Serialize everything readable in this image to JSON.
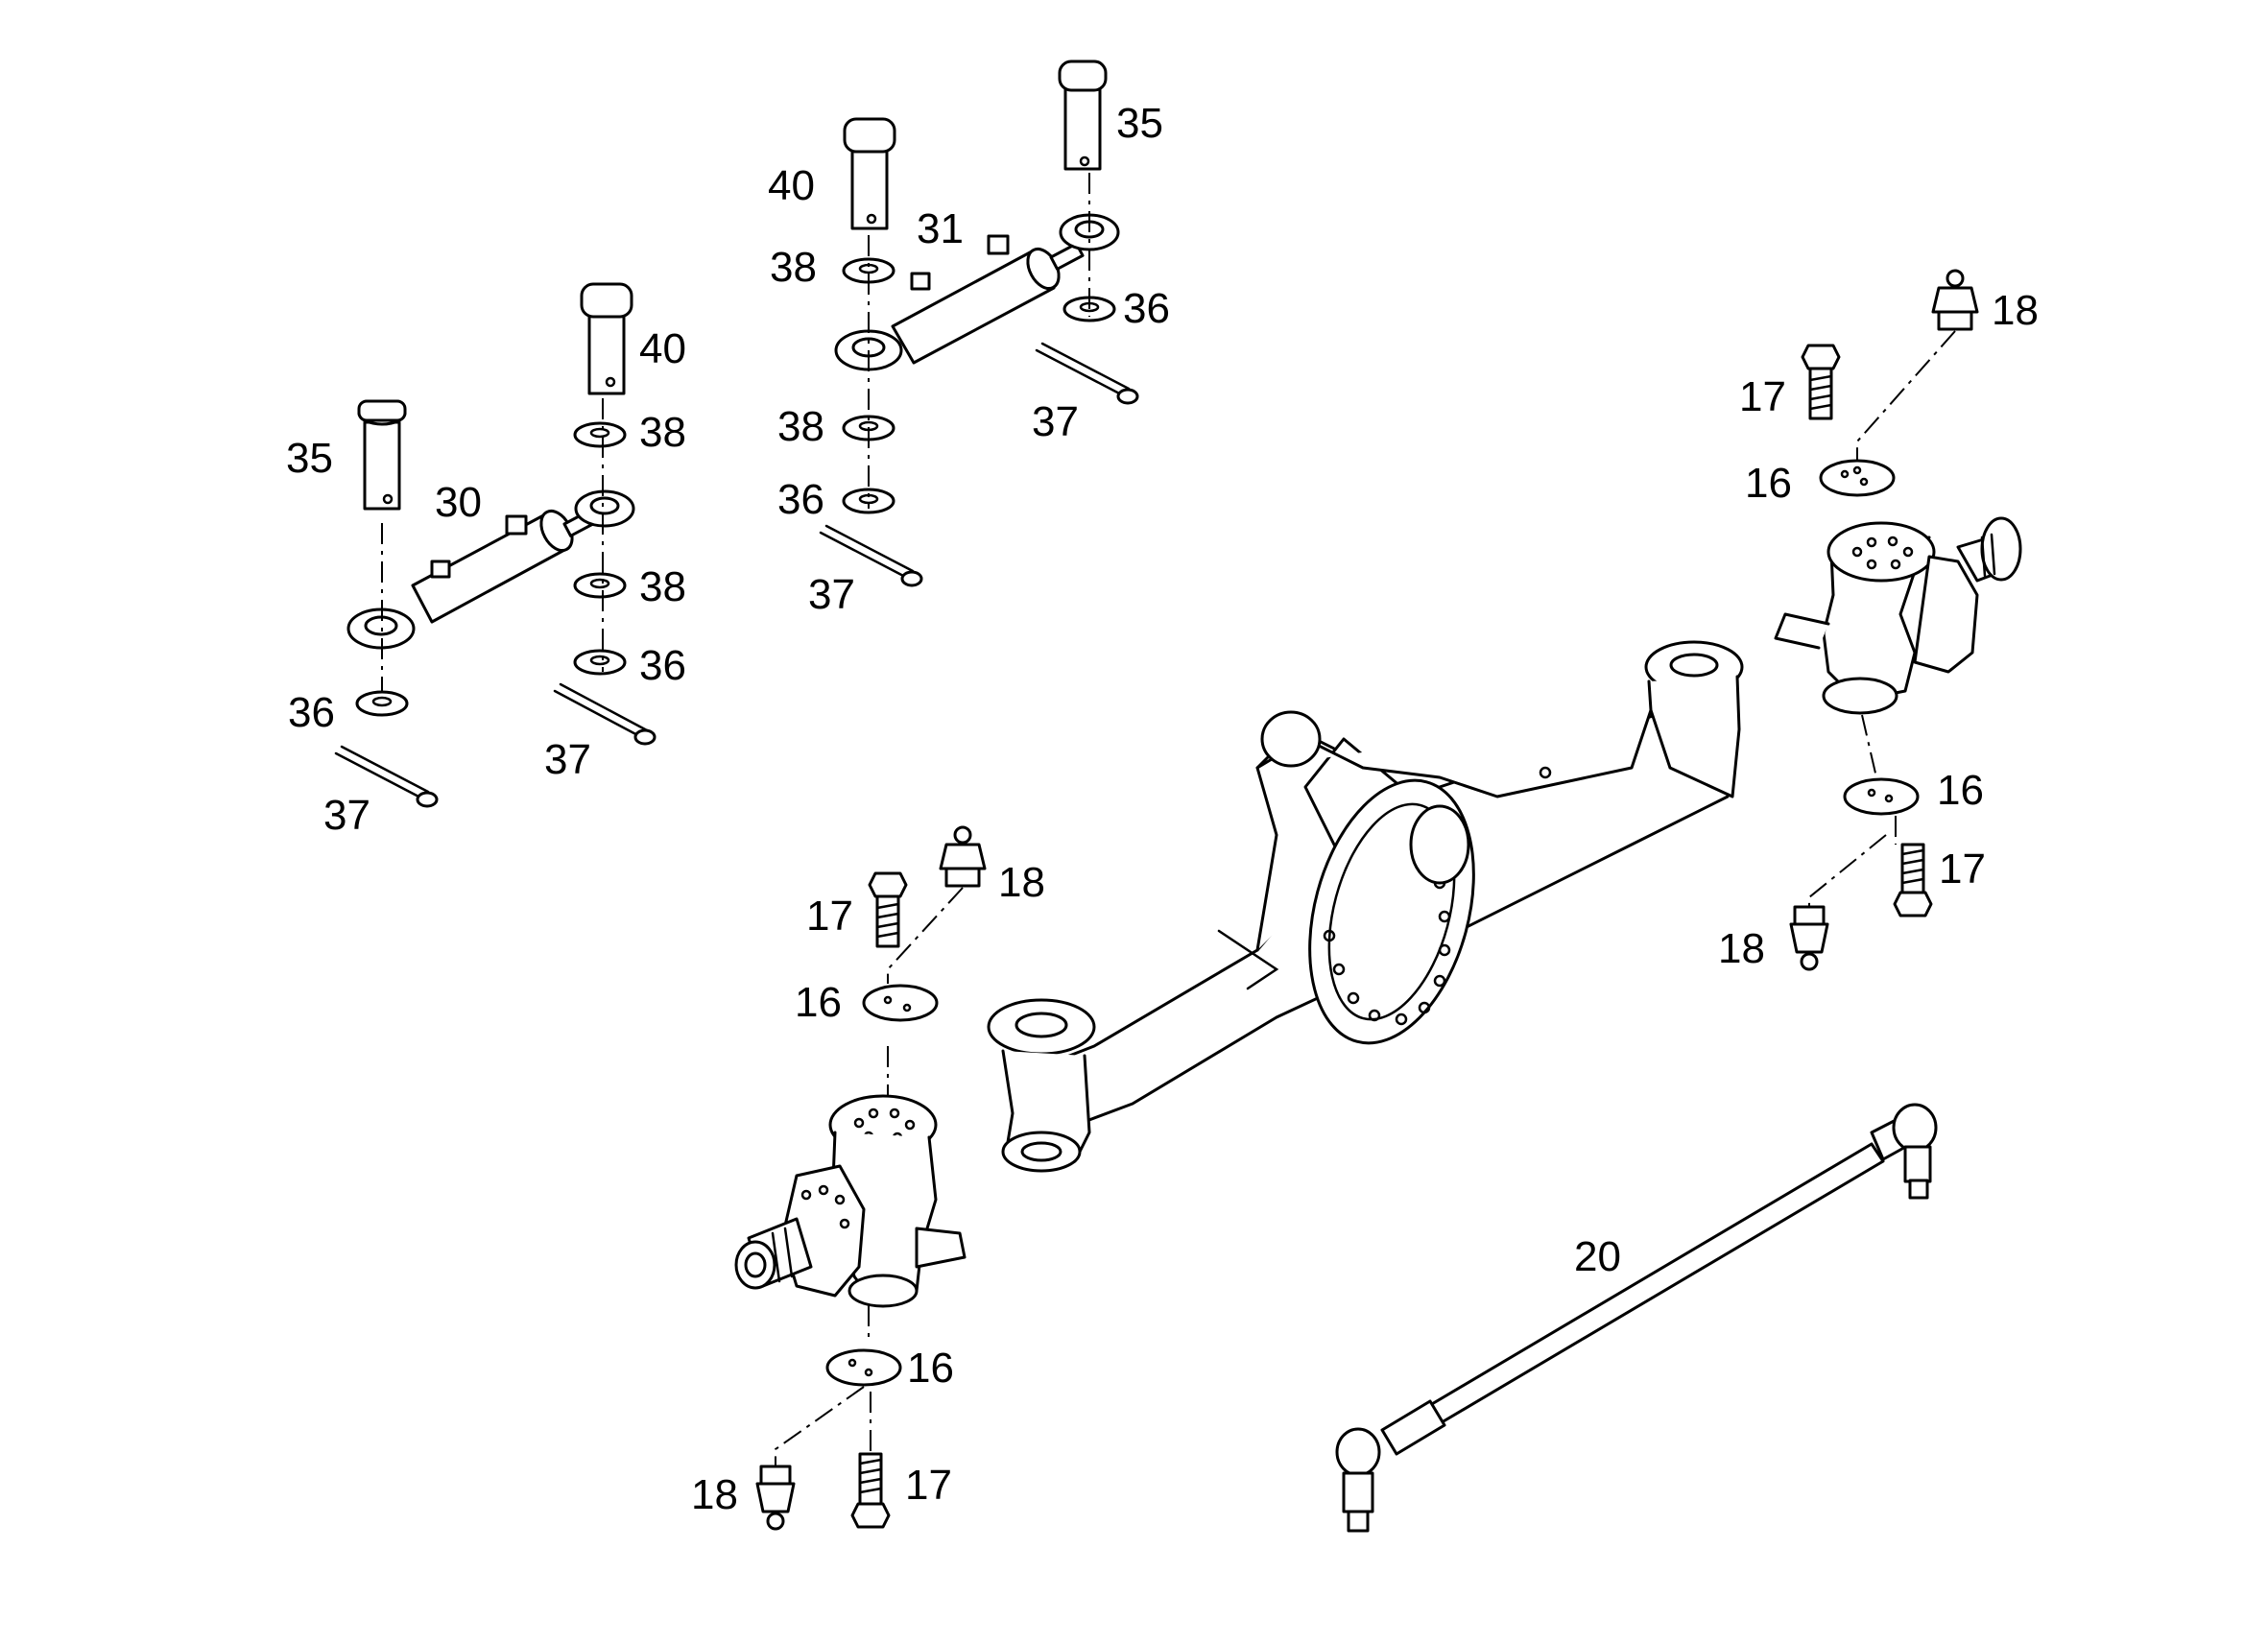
{
  "diagram": {
    "callouts": [
      {
        "id": "c1",
        "text": "35"
      },
      {
        "id": "c2",
        "text": "40"
      },
      {
        "id": "c3",
        "text": "31"
      },
      {
        "id": "c4",
        "text": "38"
      },
      {
        "id": "c5",
        "text": "36"
      },
      {
        "id": "c6",
        "text": "37"
      },
      {
        "id": "c7",
        "text": "38"
      },
      {
        "id": "c8",
        "text": "36"
      },
      {
        "id": "c9",
        "text": "37"
      },
      {
        "id": "c10",
        "text": "18"
      },
      {
        "id": "c11",
        "text": "17"
      },
      {
        "id": "c12",
        "text": "16"
      },
      {
        "id": "c13",
        "text": "40"
      },
      {
        "id": "c14",
        "text": "38"
      },
      {
        "id": "c15",
        "text": "35"
      },
      {
        "id": "c16",
        "text": "30"
      },
      {
        "id": "c17",
        "text": "38"
      },
      {
        "id": "c18",
        "text": "36"
      },
      {
        "id": "c19",
        "text": "36"
      },
      {
        "id": "c20",
        "text": "37"
      },
      {
        "id": "c21",
        "text": "37"
      },
      {
        "id": "c22",
        "text": "16"
      },
      {
        "id": "c23",
        "text": "17"
      },
      {
        "id": "c24",
        "text": "18"
      },
      {
        "id": "c25",
        "text": "18"
      },
      {
        "id": "c26",
        "text": "17"
      },
      {
        "id": "c27",
        "text": "16"
      },
      {
        "id": "c28",
        "text": "20"
      },
      {
        "id": "c29",
        "text": "16"
      },
      {
        "id": "c30",
        "text": "18"
      },
      {
        "id": "c31",
        "text": "17"
      }
    ]
  }
}
